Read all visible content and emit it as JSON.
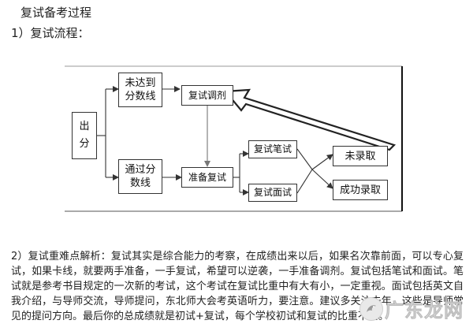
{
  "heading": "复试备考过程",
  "step1": "1）复试流程：",
  "diagram": {
    "chu": [
      "出",
      "分"
    ],
    "weidadao": [
      "未达到",
      "分数线"
    ],
    "tongguo": [
      "通过分",
      "数线"
    ],
    "fushitiaoji": "复试调剂",
    "zhunbei": "准备复试",
    "bishi": "复试笔试",
    "mianshi": "复试面试",
    "weiluqu": "未录取",
    "chenggong": "成功录取"
  },
  "paragraph": "2）复试重难点解析：复试其实是综合能力的考察，在成绩出来以后，如果名次靠前面，可以专心复试，如果卡线，就要两手准备，一手复试，希望可以逆袭，一手准备调剂。复试包括笔试和面试。笔试就是参考书目规定的一次新的考试，这个考试在复试比重中有大有小，一定重视。面试包括英文自我介绍，与导师交流，导师提问，东北师大会考英语听力，要注意。建议多关注去年，这些是导师常见的提问方向。最后你的总成绩就是初试+复试，每个学校初试和复试的比重不同。",
  "watermark": {
    "text": "广东龙网",
    "icon": "dragon-logo-icon"
  },
  "colors": {
    "line": "#333333",
    "arrow": "#555555",
    "text": "#222222"
  }
}
